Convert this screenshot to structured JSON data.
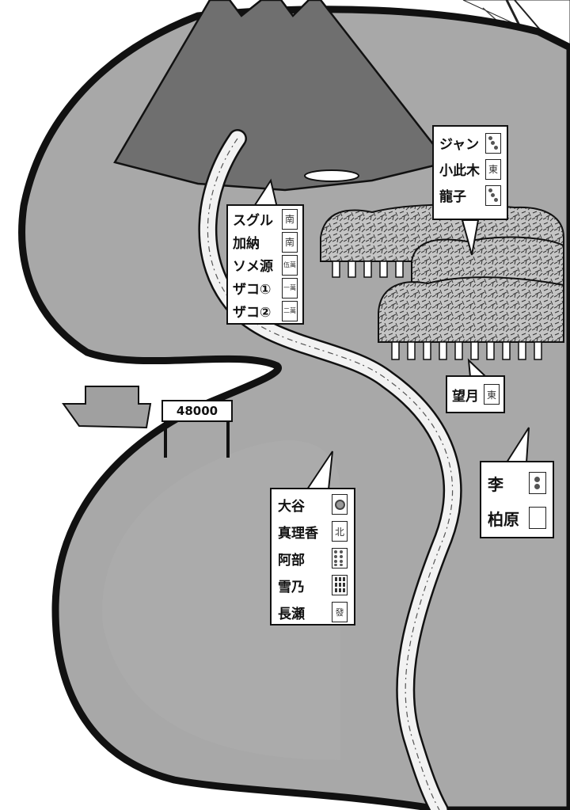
{
  "sign": {
    "value": "48000"
  },
  "callouts": {
    "top_right": [
      {
        "name": "ジャン",
        "tile": "dots-3-icon"
      },
      {
        "name": "小此木",
        "tile": "東"
      },
      {
        "name": "龍子",
        "tile": "dots-3-icon"
      }
    ],
    "left": [
      {
        "name": "スグル",
        "tile": "南"
      },
      {
        "name": "加納",
        "tile": "南"
      },
      {
        "name": "ソメ源",
        "tile": "伍萬"
      },
      {
        "name": "ザコ①",
        "tile": "一萬"
      },
      {
        "name": "ザコ②",
        "tile": "二萬"
      }
    ],
    "mochizuki": [
      {
        "name": "望月",
        "tile": "東"
      }
    ],
    "right": [
      {
        "name": "李",
        "tile": "dots-2-icon"
      },
      {
        "name": "柏原",
        "tile": "blank-tile-icon"
      }
    ],
    "center": [
      {
        "name": "大谷",
        "tile": "dots-1-icon"
      },
      {
        "name": "真理香",
        "tile": "北"
      },
      {
        "name": "阿部",
        "tile": "dots-8-icon"
      },
      {
        "name": "雪乃",
        "tile": "bamboo-9-icon"
      },
      {
        "name": "長瀬",
        "tile": "發"
      }
    ]
  },
  "colors": {
    "land": "#a9a9a9",
    "mountain": "#757575",
    "road": "#ececec",
    "ink": "#111111"
  }
}
